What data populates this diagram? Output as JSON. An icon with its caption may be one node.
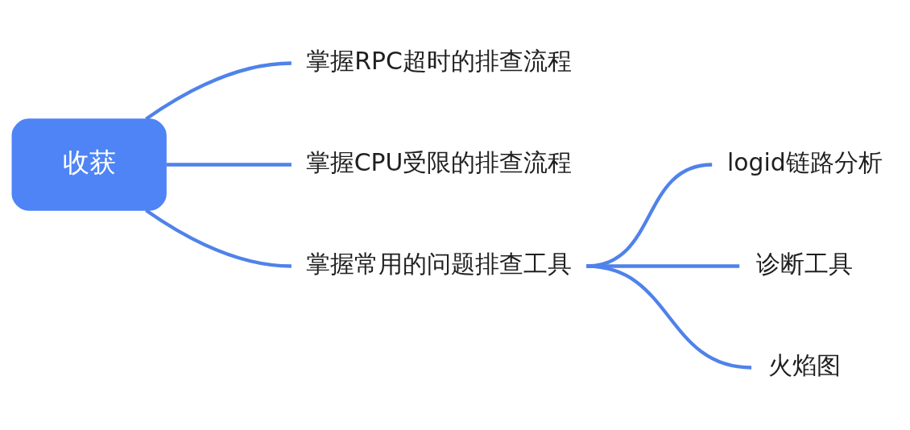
{
  "diagram": {
    "nodes": [
      {
        "text": [
          "收获"
        ]
      },
      {
        "text": [
          "掌握RPC超时的排查流程"
        ]
      },
      {
        "text": [
          "掌握CPU受限的排查流程"
        ]
      },
      {
        "text": [
          "掌握常用的问题排查工具"
        ]
      },
      {
        "text": [
          "logid链路分析"
        ]
      },
      {
        "text": [
          "诊断工具"
        ]
      },
      {
        "text": [
          "火焰图"
        ]
      }
    ],
    "edges": [
      {
        "from": 0,
        "to": 1,
        "arrow": "none"
      },
      {
        "from": 0,
        "to": 2,
        "arrow": "none"
      },
      {
        "from": 0,
        "to": 3,
        "arrow": "none"
      },
      {
        "from": 3,
        "to": 4,
        "arrow": "none"
      },
      {
        "from": 3,
        "to": 5,
        "arrow": "none"
      },
      {
        "from": 3,
        "to": 6,
        "arrow": "none"
      }
    ]
  }
}
